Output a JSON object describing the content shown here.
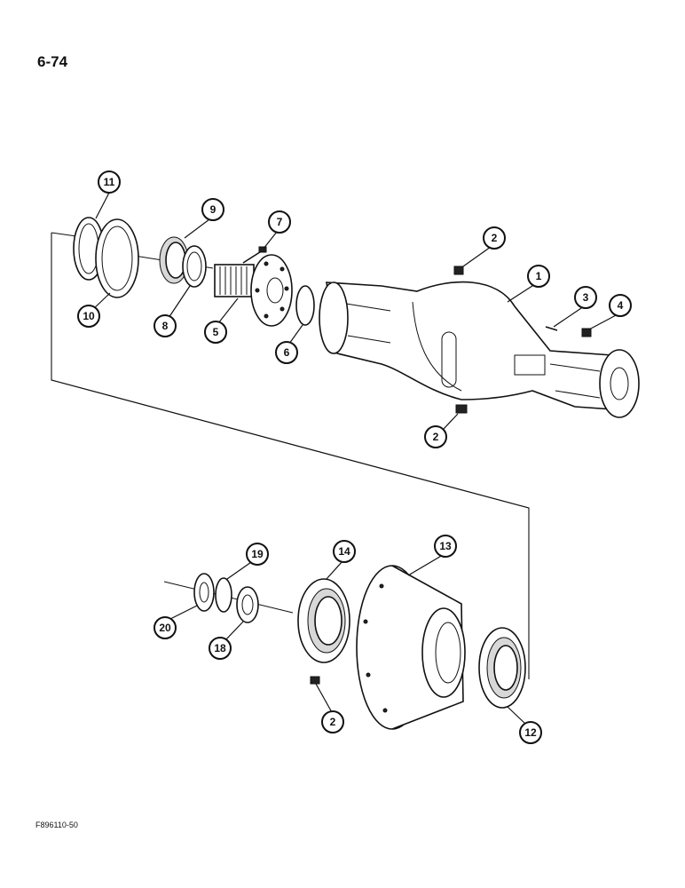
{
  "page": {
    "page_number": "6-74",
    "figure_code": "F896110-50"
  },
  "callouts": [
    {
      "id": "c11",
      "label": "11"
    },
    {
      "id": "c9",
      "label": "9"
    },
    {
      "id": "c7",
      "label": "7"
    },
    {
      "id": "c2a",
      "label": "2"
    },
    {
      "id": "c1",
      "label": "1"
    },
    {
      "id": "c3",
      "label": "3"
    },
    {
      "id": "c4",
      "label": "4"
    },
    {
      "id": "c10",
      "label": "10"
    },
    {
      "id": "c8",
      "label": "8"
    },
    {
      "id": "c5",
      "label": "5"
    },
    {
      "id": "c6",
      "label": "6"
    },
    {
      "id": "c2b",
      "label": "2"
    },
    {
      "id": "c19",
      "label": "19"
    },
    {
      "id": "c14",
      "label": "14"
    },
    {
      "id": "c13",
      "label": "13"
    },
    {
      "id": "c20",
      "label": "20"
    },
    {
      "id": "c18",
      "label": "18"
    },
    {
      "id": "c2c",
      "label": "2"
    },
    {
      "id": "c12",
      "label": "12"
    }
  ]
}
